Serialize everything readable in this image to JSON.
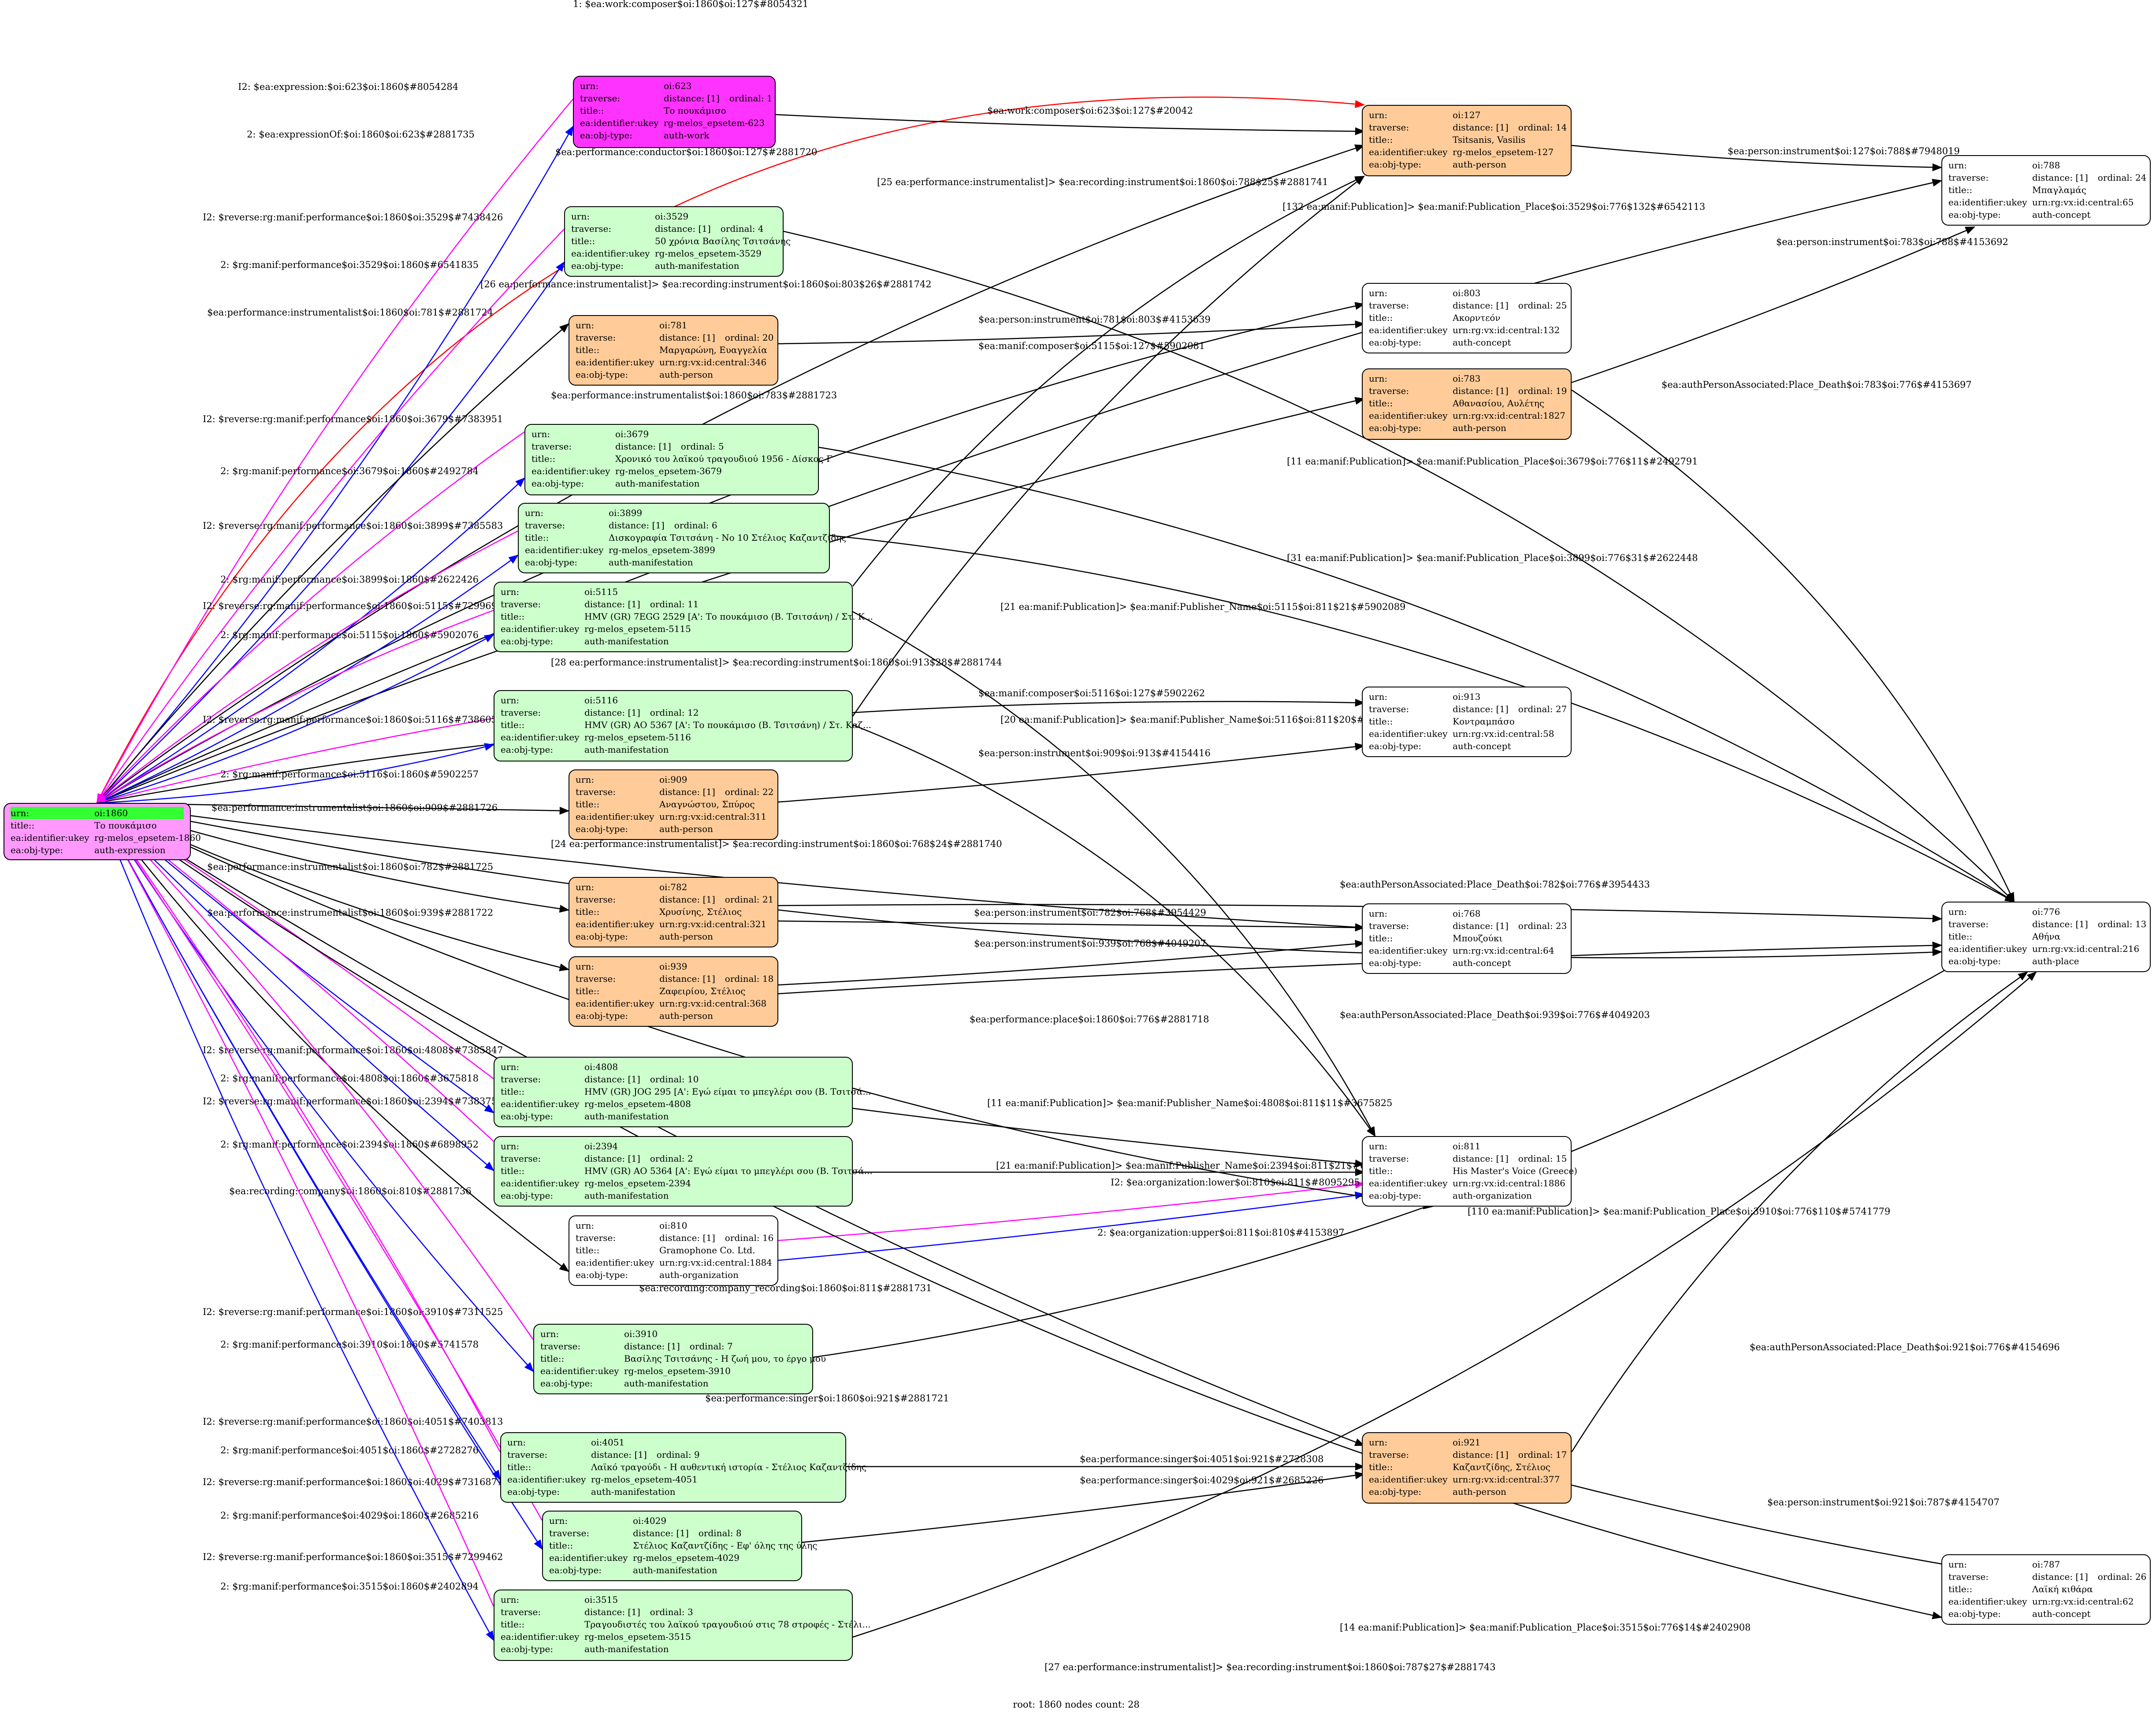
{
  "colors": {
    "black": "#000000",
    "magenta": "#ff00ff",
    "blue": "#0000ff",
    "red": "#ff0000",
    "work": "#ff33ff",
    "manifestation": "#ccffcc",
    "person": "#ffcc99",
    "concept": "#ffffff",
    "root": "#ff99ff",
    "root_urn": "#33ff33"
  },
  "labels": {
    "urn": "urn:",
    "traverse": "traverse:",
    "title": "title::",
    "ukey": "ea:identifier:ukey",
    "type": "ea:obj-type:"
  },
  "nodes": [
    {
      "id": "n1860",
      "urn": "oi:1860",
      "title": "Το πουκάμισο",
      "ukey": "rg-melos_epsetem-1860",
      "type": "auth-expression",
      "root": true
    },
    {
      "id": "n623",
      "urn": "oi:623",
      "distance": "distance: [1]",
      "ordinal": "ordinal: 1",
      "title": "Το πουκάμισο",
      "ukey": "rg-melos_epsetem-623",
      "type": "auth-work"
    },
    {
      "id": "n127",
      "urn": "oi:127",
      "distance": "distance: [1]",
      "ordinal": "ordinal: 14",
      "title": "Tsitsanis, Vasilis",
      "ukey": "rg-melos_epsetem-127",
      "type": "auth-person"
    },
    {
      "id": "n788",
      "urn": "oi:788",
      "distance": "distance: [1]",
      "ordinal": "ordinal: 24",
      "title": "Μπαγλαμάς",
      "ukey": "urn:rg:vx:id:central:65",
      "type": "auth-concept"
    },
    {
      "id": "n3529",
      "urn": "oi:3529",
      "distance": "distance: [1]",
      "ordinal": "ordinal: 4",
      "title": "50 χρόνια Βασίλης Τσιτσάνης",
      "ukey": "rg-melos_epsetem-3529",
      "type": "auth-manifestation"
    },
    {
      "id": "n803",
      "urn": "oi:803",
      "distance": "distance: [1]",
      "ordinal": "ordinal: 25",
      "title": "Ακορντεόν",
      "ukey": "urn:rg:vx:id:central:132",
      "type": "auth-concept"
    },
    {
      "id": "n781",
      "urn": "oi:781",
      "distance": "distance: [1]",
      "ordinal": "ordinal: 20",
      "title": "Μαργαρώνη, Ευαγγελία",
      "ukey": "urn:rg:vx:id:central:346",
      "type": "auth-person"
    },
    {
      "id": "n783",
      "urn": "oi:783",
      "distance": "distance: [1]",
      "ordinal": "ordinal: 19",
      "title": "Αθανασίου, Αυλέτης",
      "ukey": "urn:rg:vx:id:central:1827",
      "type": "auth-person"
    },
    {
      "id": "n3679",
      "urn": "oi:3679",
      "distance": "distance: [1]",
      "ordinal": "ordinal: 5",
      "title": "Χρονικό του λαϊκού τραγουδιού 1956 - Δίσκος Γ",
      "ukey": "rg-melos_epsetem-3679",
      "type": "auth-manifestation"
    },
    {
      "id": "n3899",
      "urn": "oi:3899",
      "distance": "distance: [1]",
      "ordinal": "ordinal: 6",
      "title": "Δισκογραφία Τσιτσάνη - Νο 10 Στέλιος Καζαντζίδης",
      "ukey": "rg-melos_epsetem-3899",
      "type": "auth-manifestation"
    },
    {
      "id": "n5115",
      "urn": "oi:5115",
      "distance": "distance: [1]",
      "ordinal": "ordinal: 11",
      "title": "HMV (GR) 7EGG 2529 [A': Το πουκάμισο (Β. Τσιτσάνη) / Στ. Κ...",
      "ukey": "rg-melos_epsetem-5115",
      "type": "auth-manifestation"
    },
    {
      "id": "n913",
      "urn": "oi:913",
      "distance": "distance: [1]",
      "ordinal": "ordinal: 27",
      "title": "Κοντραμπάσο",
      "ukey": "urn:rg:vx:id:central:58",
      "type": "auth-concept"
    },
    {
      "id": "n5116",
      "urn": "oi:5116",
      "distance": "distance: [1]",
      "ordinal": "ordinal: 12",
      "title": "HMV (GR) AO 5367 [A': Το πουκάμισο (Β. Τσιτσάνη) / Στ. Καζ...",
      "ukey": "rg-melos_epsetem-5116",
      "type": "auth-manifestation"
    },
    {
      "id": "n909",
      "urn": "oi:909",
      "distance": "distance: [1]",
      "ordinal": "ordinal: 22",
      "title": "Αναγνώστου, Σπύρος",
      "ukey": "urn:rg:vx:id:central:311",
      "type": "auth-person"
    },
    {
      "id": "n782",
      "urn": "oi:782",
      "distance": "distance: [1]",
      "ordinal": "ordinal: 21",
      "title": "Χρυσίνης, Στέλιος",
      "ukey": "urn:rg:vx:id:central:321",
      "type": "auth-person"
    },
    {
      "id": "n768",
      "urn": "oi:768",
      "distance": "distance: [1]",
      "ordinal": "ordinal: 23",
      "title": "Μπουζούκι",
      "ukey": "urn:rg:vx:id:central:64",
      "type": "auth-concept"
    },
    {
      "id": "n776",
      "urn": "oi:776",
      "distance": "distance: [1]",
      "ordinal": "ordinal: 13",
      "title": "Αθήνα",
      "ukey": "urn:rg:vx:id:central:216",
      "type": "auth-place"
    },
    {
      "id": "n939",
      "urn": "oi:939",
      "distance": "distance: [1]",
      "ordinal": "ordinal: 18",
      "title": "Ζαφειρίου, Στέλιος",
      "ukey": "urn:rg:vx:id:central:368",
      "type": "auth-person"
    },
    {
      "id": "n4808",
      "urn": "oi:4808",
      "distance": "distance: [1]",
      "ordinal": "ordinal: 10",
      "title": "HMV (GR) JOG 295 [A': Εγώ είμαι το μπεγλέρι σου (Β. Τσιτσά...",
      "ukey": "rg-melos_epsetem-4808",
      "type": "auth-manifestation"
    },
    {
      "id": "n2394",
      "urn": "oi:2394",
      "distance": "distance: [1]",
      "ordinal": "ordinal: 2",
      "title": "HMV (GR) AO 5364 [A': Εγώ είμαι το μπεγλέρι σου (Β. Τσιτσά...",
      "ukey": "rg-melos_epsetem-2394",
      "type": "auth-manifestation"
    },
    {
      "id": "n811",
      "urn": "oi:811",
      "distance": "distance: [1]",
      "ordinal": "ordinal: 15",
      "title": "His Master's Voice (Greece)",
      "ukey": "urn:rg:vx:id:central:1886",
      "type": "auth-organization"
    },
    {
      "id": "n810",
      "urn": "oi:810",
      "distance": "distance: [1]",
      "ordinal": "ordinal: 16",
      "title": "Gramophone Co. Ltd.",
      "ukey": "urn:rg:vx:id:central:1884",
      "type": "auth-organization"
    },
    {
      "id": "n3910",
      "urn": "oi:3910",
      "distance": "distance: [1]",
      "ordinal": "ordinal: 7",
      "title": "Βασίλης Τσιτσάνης - Η ζωή μου, το έργο μου",
      "ukey": "rg-melos_epsetem-3910",
      "type": "auth-manifestation"
    },
    {
      "id": "n4051",
      "urn": "oi:4051",
      "distance": "distance: [1]",
      "ordinal": "ordinal: 9",
      "title": "Λαϊκό τραγούδι - Η αυθεντική ιστορία - Στέλιος Καζαντζίδης",
      "ukey": "rg-melos_epsetem-4051",
      "type": "auth-manifestation"
    },
    {
      "id": "n921",
      "urn": "oi:921",
      "distance": "distance: [1]",
      "ordinal": "ordinal: 17",
      "title": "Καζαντζίδης, Στέλιος",
      "ukey": "urn:rg:vx:id:central:377",
      "type": "auth-person"
    },
    {
      "id": "n4029",
      "urn": "oi:4029",
      "distance": "distance: [1]",
      "ordinal": "ordinal: 8",
      "title": "Στέλιος Καζαντζίδης - Εφ' όλης της ύλης",
      "ukey": "rg-melos_epsetem-4029",
      "type": "auth-manifestation"
    },
    {
      "id": "n787",
      "urn": "oi:787",
      "distance": "distance: [1]",
      "ordinal": "ordinal: 26",
      "title": "Λαϊκή κιθάρα",
      "ukey": "urn:rg:vx:id:central:62",
      "type": "auth-concept"
    },
    {
      "id": "n3515",
      "urn": "oi:3515",
      "distance": "distance: [1]",
      "ordinal": "ordinal: 3",
      "title": "Τραγουδιστές του λαϊκού τραγουδιού στις 78 στροφές - Στέλι...",
      "ukey": "rg-melos_epsetem-3515",
      "type": "auth-manifestation"
    }
  ],
  "edges": [
    {
      "label": "1: $ea:work:composer$oi:1860$oi:127$#8054321",
      "color": "red"
    },
    {
      "label": "I2: $ea:expression:$oi:623$oi:1860$#8054284",
      "color": "magenta"
    },
    {
      "label": "2: $ea:expressionOf:$oi:1860$oi:623$#2881735",
      "color": "blue"
    },
    {
      "label": "$ea:work:composer$oi:623$oi:127$#20042",
      "color": "black"
    },
    {
      "label": "$ea:performance:conductor$oi:1860$oi:127$#2881720",
      "color": "black"
    },
    {
      "label": "[25 ea:performance:instrumentalist]> $ea:recording:instrument$oi:1860$oi:788$25$#2881741",
      "color": "black"
    },
    {
      "label": "$ea:person:instrument$oi:127$oi:788$#7948019",
      "color": "black"
    },
    {
      "label": "I2: $reverse:rg:manif:performance$oi:1860$oi:3529$#7438426",
      "color": "magenta"
    },
    {
      "label": "2: $rg:manif:performance$oi:3529$oi:1860$#6541835",
      "color": "blue"
    },
    {
      "label": "[132 ea:manif:Publication]> $ea:manif:Publication_Place$oi:3529$oi:776$132$#6542113",
      "color": "black"
    },
    {
      "label": "$ea:person:instrument$oi:783$oi:788$#4153692",
      "color": "black"
    },
    {
      "label": "[26 ea:performance:instrumentalist]> $ea:recording:instrument$oi:1860$oi:803$26$#2881742",
      "color": "black"
    },
    {
      "label": "$ea:performance:instrumentalist$oi:1860$oi:781$#2881724",
      "color": "black"
    },
    {
      "label": "$ea:person:instrument$oi:781$oi:803$#4153639",
      "color": "black"
    },
    {
      "label": "$ea:manif:composer$oi:5115$oi:127$#5902081",
      "color": "black"
    },
    {
      "label": "$ea:performance:instrumentalist$oi:1860$oi:783$#2881723",
      "color": "black"
    },
    {
      "label": "$ea:authPersonAssociated:Place_Death$oi:783$oi:776$#4153697",
      "color": "black"
    },
    {
      "label": "I2: $reverse:rg:manif:performance$oi:1860$oi:3679$#7383951",
      "color": "magenta"
    },
    {
      "label": "2: $rg:manif:performance$oi:3679$oi:1860$#2492784",
      "color": "blue"
    },
    {
      "label": "[11 ea:manif:Publication]> $ea:manif:Publication_Place$oi:3679$oi:776$11$#2492791",
      "color": "black"
    },
    {
      "label": "I2: $reverse:rg:manif:performance$oi:1860$oi:3899$#7385583",
      "color": "magenta"
    },
    {
      "label": "2: $rg:manif:performance$oi:3899$oi:1860$#2622426",
      "color": "blue"
    },
    {
      "label": "[31 ea:manif:Publication]> $ea:manif:Publication_Place$oi:3899$oi:776$31$#2622448",
      "color": "black"
    },
    {
      "label": "I2: $reverse:rg:manif:performance$oi:1860$oi:5115$#7299692",
      "color": "magenta"
    },
    {
      "label": "2: $rg:manif:performance$oi:5115$oi:1860$#5902076",
      "color": "blue"
    },
    {
      "label": "[21 ea:manif:Publication]> $ea:manif:Publisher_Name$oi:5115$oi:811$21$#5902089",
      "color": "black"
    },
    {
      "label": "[28 ea:performance:instrumentalist]> $ea:recording:instrument$oi:1860$oi:913$28$#2881744",
      "color": "black"
    },
    {
      "label": "$ea:manif:composer$oi:5116$oi:127$#5902262",
      "color": "black"
    },
    {
      "label": "I2: $reverse:rg:manif:performance$oi:1860$oi:5116$#7386058",
      "color": "magenta"
    },
    {
      "label": "[20 ea:manif:Publication]> $ea:manif:Publisher_Name$oi:5116$oi:811$20$#5902265",
      "color": "black"
    },
    {
      "label": "2: $rg:manif:performance$oi:5116$oi:1860$#5902257",
      "color": "blue"
    },
    {
      "label": "$ea:person:instrument$oi:909$oi:913$#4154416",
      "color": "black"
    },
    {
      "label": "$ea:performance:instrumentalist$oi:1860$oi:909$#2881726",
      "color": "black"
    },
    {
      "label": "[24 ea:performance:instrumentalist]> $ea:recording:instrument$oi:1860$oi:768$24$#2881740",
      "color": "black"
    },
    {
      "label": "$ea:authPersonAssociated:Place_Death$oi:782$oi:776$#3954433",
      "color": "black"
    },
    {
      "label": "$ea:performance:instrumentalist$oi:1860$oi:782$#2881725",
      "color": "black"
    },
    {
      "label": "$ea:person:instrument$oi:782$oi:768$#3954429",
      "color": "black"
    },
    {
      "label": "$ea:performance:instrumentalist$oi:1860$oi:939$#2881722",
      "color": "black"
    },
    {
      "label": "$ea:person:instrument$oi:939$oi:768$#4049207",
      "color": "black"
    },
    {
      "label": "$ea:authPersonAssociated:Place_Death$oi:939$oi:776$#4049203",
      "color": "black"
    },
    {
      "label": "$ea:performance:place$oi:1860$oi:776$#2881718",
      "color": "black"
    },
    {
      "label": "I2: $reverse:rg:manif:performance$oi:1860$oi:4808$#7385847",
      "color": "magenta"
    },
    {
      "label": "2: $rg:manif:performance$oi:4808$oi:1860$#3675818",
      "color": "blue"
    },
    {
      "label": "I2: $reverse:rg:manif:performance$oi:1860$oi:2394$#7383753",
      "color": "magenta"
    },
    {
      "label": "[11 ea:manif:Publication]> $ea:manif:Publisher_Name$oi:4808$oi:811$11$#3675825",
      "color": "black"
    },
    {
      "label": "2: $rg:manif:performance$oi:2394$oi:1860$#6898952",
      "color": "blue"
    },
    {
      "label": "[21 ea:manif:Publication]> $ea:manif:Publisher_Name$oi:2394$oi:811$21$#6898959",
      "color": "black"
    },
    {
      "label": "$ea:recording:company$oi:1860$oi:810$#2881736",
      "color": "black"
    },
    {
      "label": "I2: $ea:organization:lower$oi:810$oi:811$#8095295",
      "color": "magenta"
    },
    {
      "label": "[110 ea:manif:Publication]> $ea:manif:Publication_Place$oi:3910$oi:776$110$#5741779",
      "color": "black"
    },
    {
      "label": "2: $ea:organization:upper$oi:811$oi:810$#4153897",
      "color": "blue"
    },
    {
      "label": "$ea:recording:company_recording$oi:1860$oi:811$#2881731",
      "color": "black"
    },
    {
      "label": "I2: $reverse:rg:manif:performance$oi:1860$oi:3910$#7311525",
      "color": "magenta"
    },
    {
      "label": "2: $rg:manif:performance$oi:3910$oi:1860$#5741578",
      "color": "blue"
    },
    {
      "label": "$ea:authPersonAssociated:Place_Death$oi:921$oi:776$#4154696",
      "color": "black"
    },
    {
      "label": "$ea:performance:singer$oi:1860$oi:921$#2881721",
      "color": "black"
    },
    {
      "label": "I2: $reverse:rg:manif:performance$oi:1860$oi:4051$#7403813",
      "color": "magenta"
    },
    {
      "label": "$ea:performance:singer$oi:4051$oi:921$#2728308",
      "color": "black"
    },
    {
      "label": "2: $rg:manif:performance$oi:4051$oi:1860$#2728276",
      "color": "blue"
    },
    {
      "label": "$ea:performance:singer$oi:4029$oi:921$#2685226",
      "color": "black"
    },
    {
      "label": "I2: $reverse:rg:manif:performance$oi:1860$oi:4029$#7316871",
      "color": "magenta"
    },
    {
      "label": "2: $rg:manif:performance$oi:4029$oi:1860$#2685216",
      "color": "blue"
    },
    {
      "label": "$ea:person:instrument$oi:921$oi:787$#4154707",
      "color": "black"
    },
    {
      "label": "I2: $reverse:rg:manif:performance$oi:1860$oi:3515$#7299462",
      "color": "magenta"
    },
    {
      "label": "2: $rg:manif:performance$oi:3515$oi:1860$#2402894",
      "color": "blue"
    },
    {
      "label": "[14 ea:manif:Publication]> $ea:manif:Publication_Place$oi:3515$oi:776$14$#2402908",
      "color": "black"
    },
    {
      "label": "[27 ea:performance:instrumentalist]> $ea:recording:instrument$oi:1860$oi:787$27$#2881743",
      "color": "black"
    }
  ],
  "footer": "root: 1860 nodes count: 28"
}
